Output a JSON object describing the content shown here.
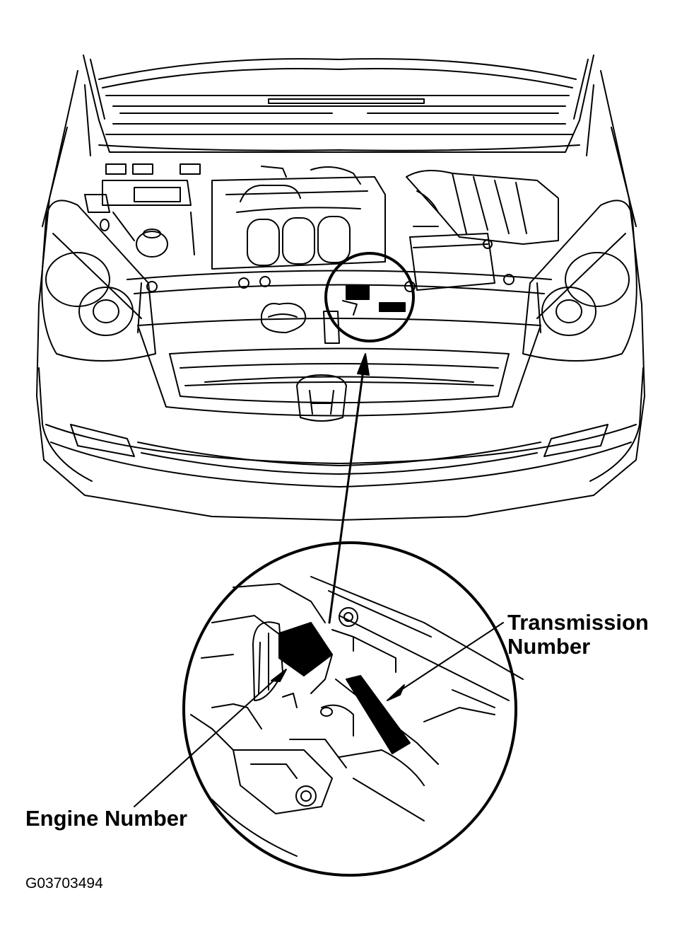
{
  "labels": {
    "transmission_line1": "Transmission",
    "transmission_line2": "Number",
    "engine": "Engine Number",
    "figure_code": "G03703494"
  },
  "colors": {
    "ink": "#000000",
    "paper": "#ffffff"
  }
}
